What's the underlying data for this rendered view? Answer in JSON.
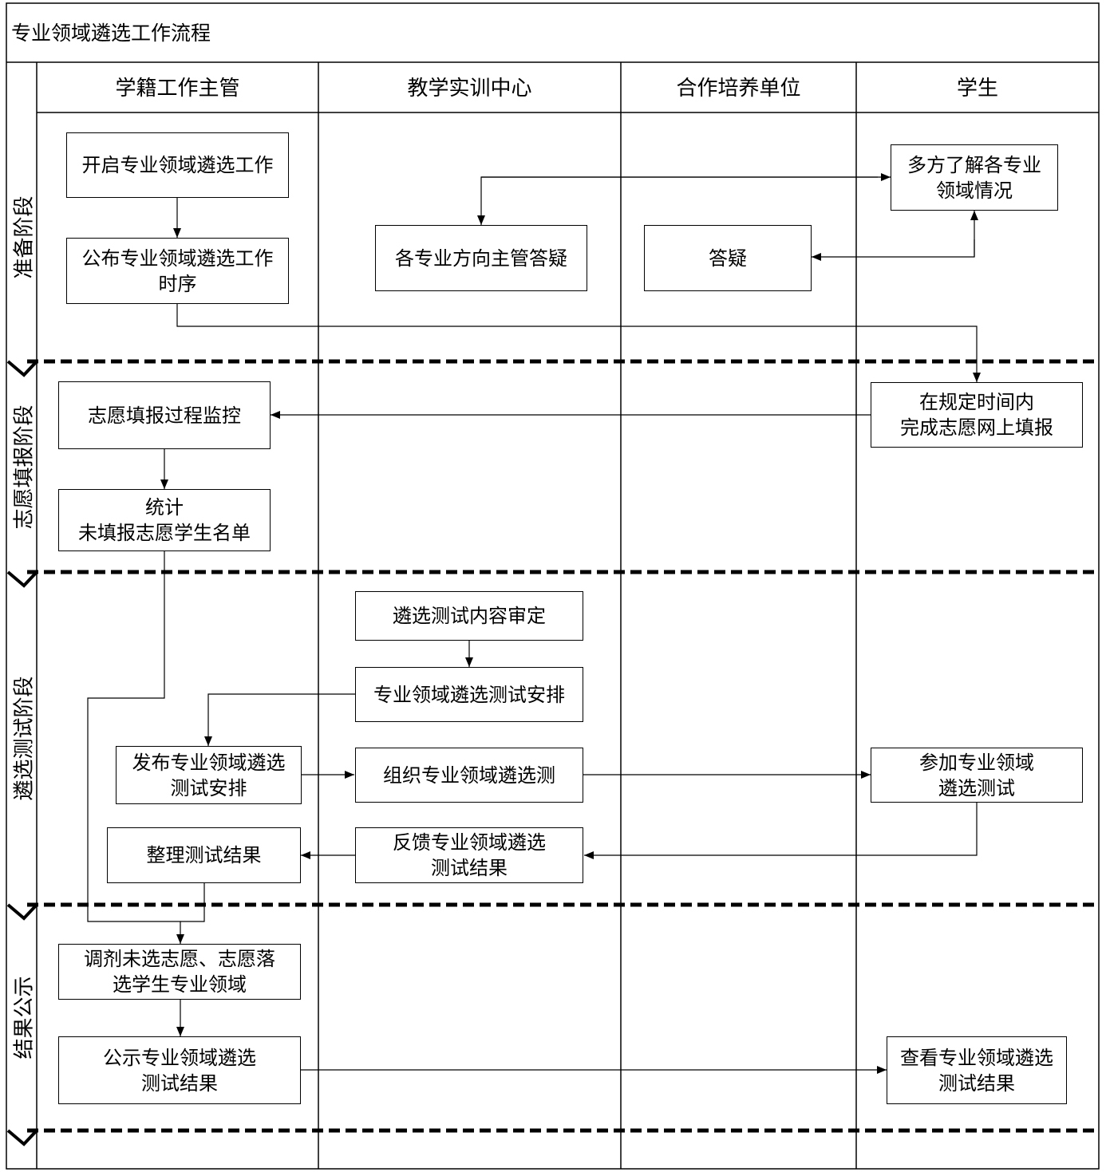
{
  "title": "专业领域遴选工作流程",
  "lanes": [
    "学籍工作主管",
    "教学实训中心",
    "合作培养单位",
    "学生"
  ],
  "phases": [
    "准备阶段",
    "志愿填报阶段",
    "遴选测试阶段",
    "结果公示"
  ],
  "steps": {
    "start_selection": "开启专业领域遴选工作",
    "publish_schedule": "公布专业领域遴选工作\n时序",
    "learn_fields": "多方了解各专业\n领域情况",
    "director_qa": "各专业方向主管答疑",
    "partner_qa": "答疑",
    "monitor_filling": "志愿填报过程监控",
    "fill_online": "在规定时间内\n完成志愿网上填报",
    "count_unfilled": "统计\n未填报志愿学生名单",
    "review_content": "遴选测试内容审定",
    "test_arrangement": "专业领域遴选测试安排",
    "publish_arrangement": "发布专业领域遴选\n测试安排",
    "organize_test": "组织专业领域遴选测",
    "attend_test": "参加专业领域\n遴选测试",
    "organize_results": "整理测试结果",
    "feedback_results": "反馈专业领域遴选\n测试结果",
    "adjust_fields": "调剂未选志愿、志愿落\n选学生专业领域",
    "announce_results": "公示专业领域遴选\n测试结果",
    "view_results": "查看专业领域遴选\n测试结果"
  }
}
